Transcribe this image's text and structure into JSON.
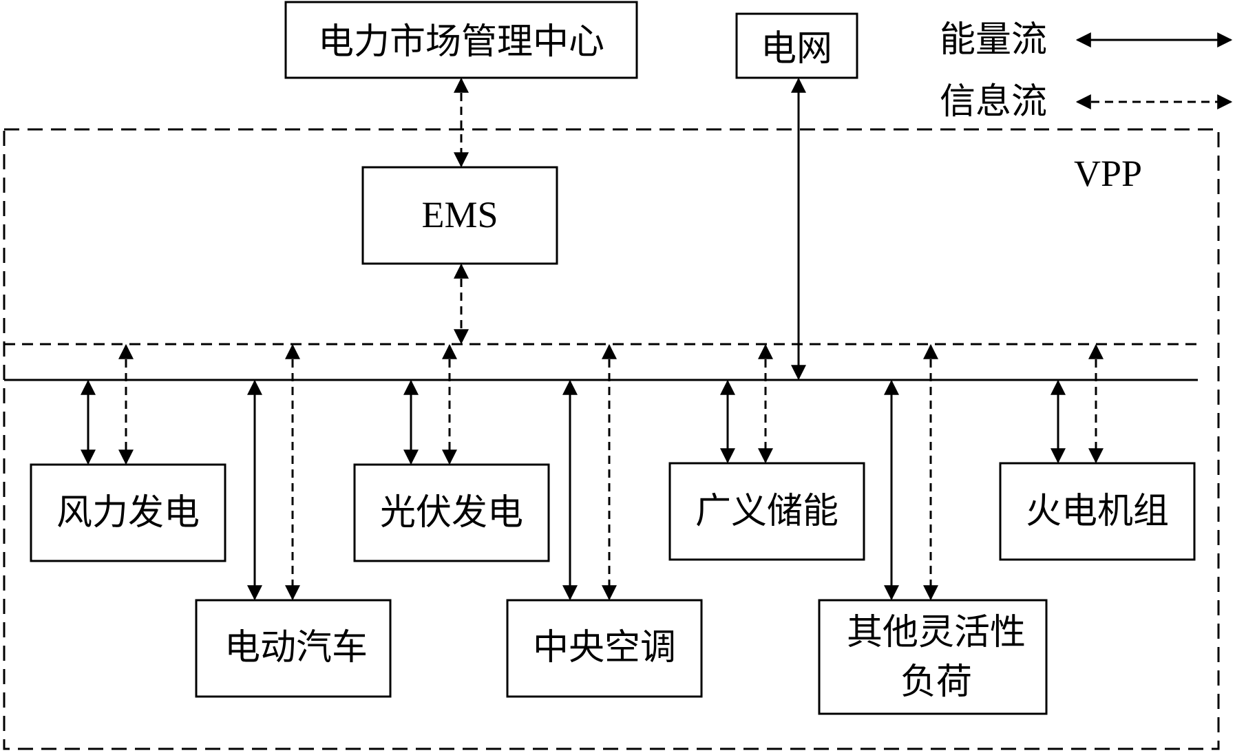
{
  "market_center": {
    "label": "电力市场管理中心"
  },
  "grid": {
    "label": "电网"
  },
  "legend": {
    "energy_label": "能量流",
    "info_label": "信息流"
  },
  "vpp": {
    "label": "VPP"
  },
  "ems": {
    "label": "EMS"
  },
  "units": {
    "wind": "风力发电",
    "pv": "光伏发电",
    "storage": "广义储能",
    "thermal": "火电机组",
    "ev": "电动汽车",
    "hvac": "中央空调",
    "flex_load_line1": "其他灵活性",
    "flex_load_line2": "负荷"
  }
}
